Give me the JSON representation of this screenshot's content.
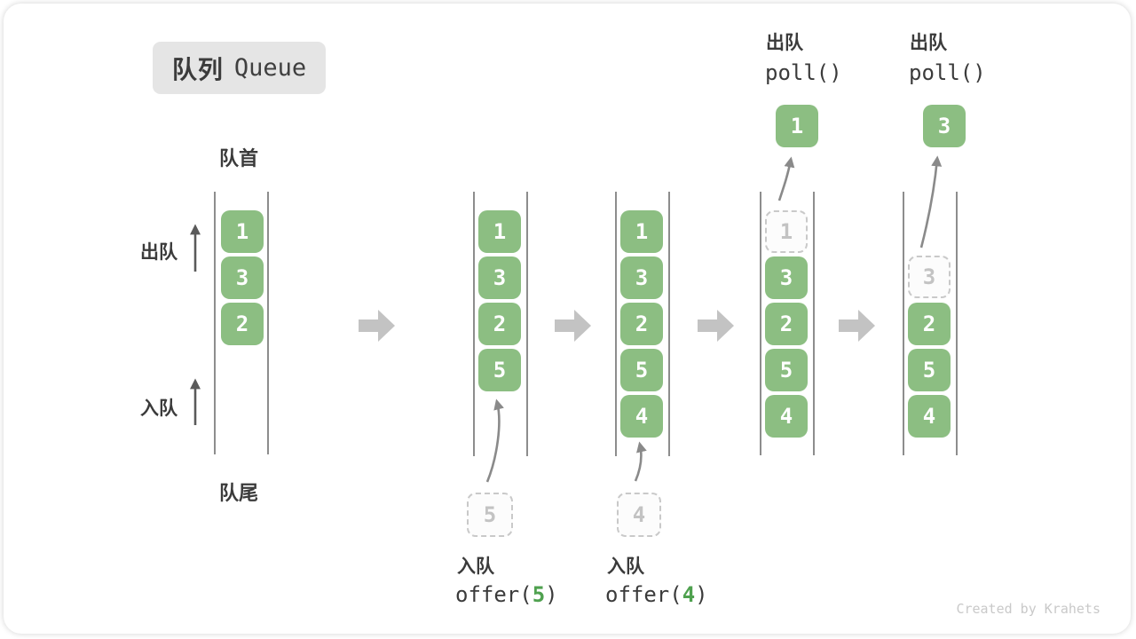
{
  "title": {
    "zh": "队列",
    "en": "Queue"
  },
  "side_labels": {
    "front": "队首",
    "rear": "队尾",
    "dequeue": "出队",
    "enqueue": "入队"
  },
  "columns": [
    {
      "boxes": [
        "1",
        "3",
        "2"
      ]
    },
    {
      "boxes": [
        "1",
        "3",
        "2",
        "5"
      ],
      "incoming_value": "5"
    },
    {
      "boxes": [
        "1",
        "3",
        "2",
        "5",
        "4"
      ],
      "incoming_value": "4"
    },
    {
      "op_label": "出队",
      "op_code": "poll()",
      "popped_value": "1",
      "removed_value": "1",
      "boxes": [
        "3",
        "2",
        "5",
        "4"
      ]
    },
    {
      "op_label": "出队",
      "op_code": "poll()",
      "popped_value": "3",
      "removed_value": "3",
      "boxes": [
        "2",
        "5",
        "4"
      ]
    }
  ],
  "enqueue_ops": [
    {
      "label": "入队",
      "fn": "offer(",
      "arg": "5",
      "close": ")"
    },
    {
      "label": "入队",
      "fn": "offer(",
      "arg": "4",
      "close": ")"
    }
  ],
  "watermark": "Created by Krahets",
  "colors": {
    "element_green": "#8cbe82",
    "code_arg_green": "#4fa14f",
    "badge_bg": "#e5e5e5",
    "text_dark": "#3b3b3b",
    "block_arrow_gray": "#c3c3c3",
    "dashed_gray": "#c9c9c9",
    "wall_gray": "#8d8d8d"
  }
}
